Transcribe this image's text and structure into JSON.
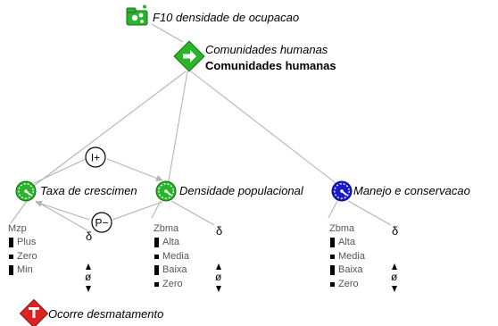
{
  "nodes": {
    "f10": {
      "label": "F10 densidade de ocupacao",
      "icon": "green-folder-icon"
    },
    "comunidades": {
      "label_italic": "Comunidades humanas",
      "label_bold": "Comunidades humanas",
      "icon": "green-diamond-arrow-icon"
    },
    "taxa": {
      "label": "Taxa de crescimen",
      "icon": "green-gauge-icon"
    },
    "densidade": {
      "label": "Densidade populacional",
      "icon": "green-gauge-icon"
    },
    "manejo": {
      "label": "Manejo e conservacao",
      "icon": "blue-gauge-icon"
    },
    "ocorre": {
      "label": "Ocorre desmatamento",
      "icon": "red-diamond-icon"
    }
  },
  "influences": {
    "i_plus": "I+",
    "p_minus": "P−"
  },
  "quantity_spaces": {
    "taxa": {
      "name": "Mzp",
      "values": [
        "Plus",
        "Zero",
        "Min"
      ]
    },
    "densidade": {
      "name": "Zbma",
      "values": [
        "Alta",
        "Media",
        "Baixa",
        "Zero"
      ]
    },
    "manejo": {
      "name": "Zbma",
      "values": [
        "Alta",
        "Media",
        "Baixa",
        "Zero"
      ]
    }
  },
  "derivative": {
    "symbol": "δ",
    "zero_symbol": "ø"
  },
  "colors": {
    "green": "#2bb32b",
    "blue": "#1a1acc",
    "red": "#dd2222",
    "line": "#b4b4b4"
  }
}
